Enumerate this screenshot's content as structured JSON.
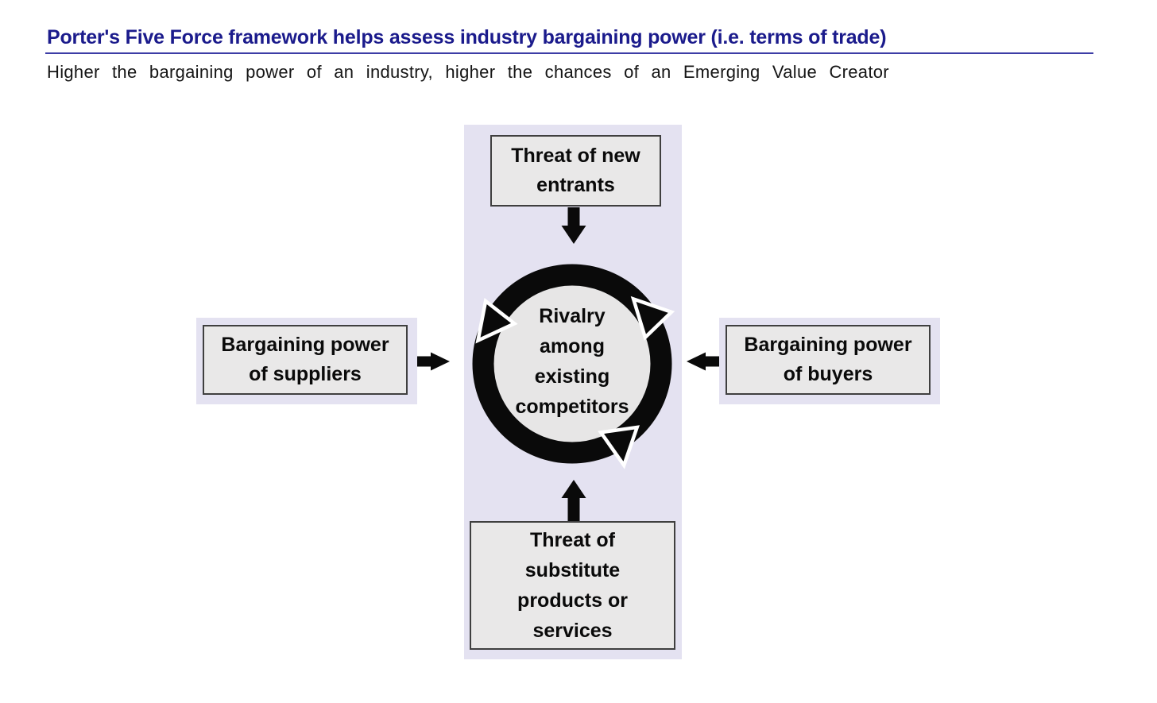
{
  "header": {
    "title": "Porter's Five Force framework helps assess industry bargaining power (i.e. terms of trade)",
    "subtitle": "Higher the bargaining power of an industry, higher the chances of an Emerging Value Creator"
  },
  "diagram": {
    "type": "five-forces-cycle",
    "center_label": "Rivalry\namong\nexisting\ncompetitors",
    "top_label": "Threat of new\nentrants",
    "left_label": "Bargaining power\nof suppliers",
    "right_label": "Bargaining power\nof buyers",
    "bottom_label": "Threat of\nsubstitute\nproducts or\nservices",
    "arrows": [
      {
        "from": "top",
        "to": "center",
        "direction": "down"
      },
      {
        "from": "left",
        "to": "center",
        "direction": "right"
      },
      {
        "from": "right",
        "to": "center",
        "direction": "left"
      },
      {
        "from": "bottom",
        "to": "center",
        "direction": "up"
      }
    ]
  },
  "colors": {
    "title-navy": "#1b1b8c",
    "rule-blue": "#3d3da6",
    "band-lavender": "#e4e2f1",
    "box-gray": "#e9e8e8",
    "circle-gray": "#e7e6e6",
    "box-border": "#3f3f3f",
    "ink": "#0a0a0a"
  }
}
